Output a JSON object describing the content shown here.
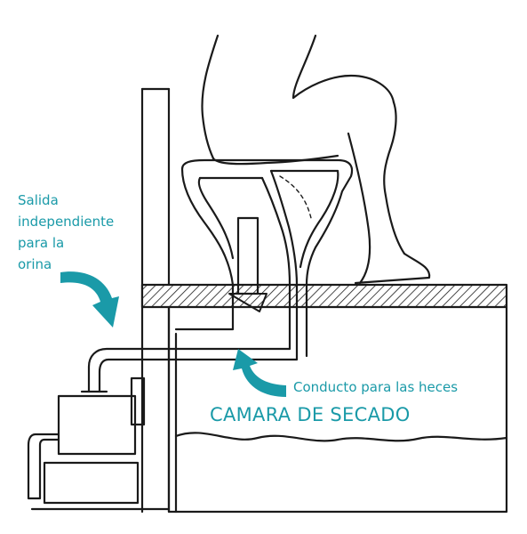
{
  "labels": {
    "urine_outlet": [
      "Salida",
      "independiente",
      "para la",
      "orina"
    ],
    "feces_duct": "Conducto para las heces",
    "drying_chamber": "CAMARA DE SECADO"
  },
  "colors": {
    "line": "#1a1a1a",
    "accent": "#1a9aa8",
    "background": "#ffffff"
  }
}
